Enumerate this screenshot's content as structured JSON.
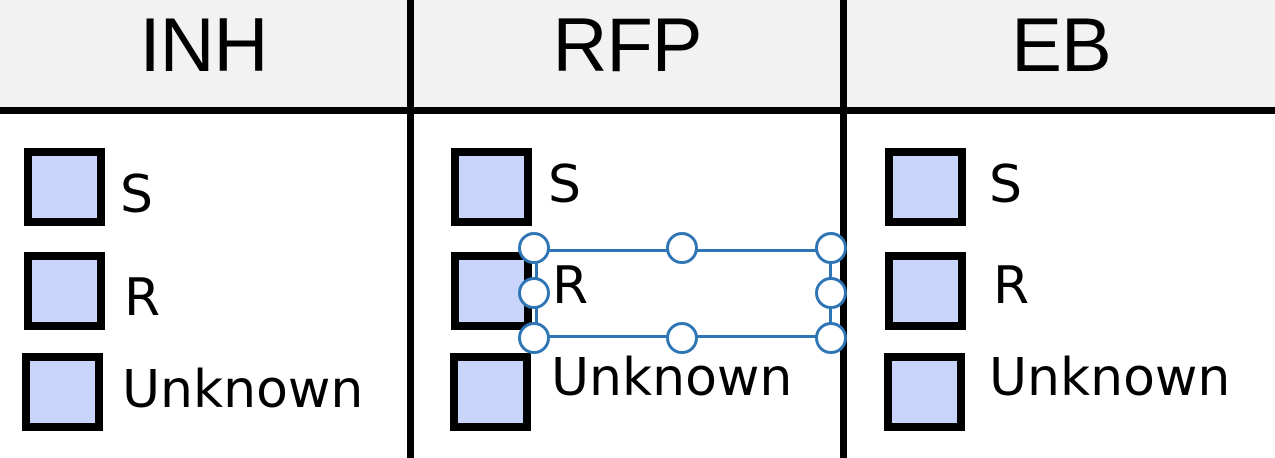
{
  "columns": [
    {
      "title": "INH",
      "options": [
        "S",
        "R",
        "Unknown"
      ]
    },
    {
      "title": "RFP",
      "options": [
        "S",
        "R",
        "Unknown"
      ]
    },
    {
      "title": "EB",
      "options": [
        "S",
        "R",
        "Unknown"
      ]
    }
  ],
  "colors": {
    "header_bg": "#f2f2f2",
    "checkbox_fill": "#c9d4fb",
    "selection": "#2e75b6"
  }
}
